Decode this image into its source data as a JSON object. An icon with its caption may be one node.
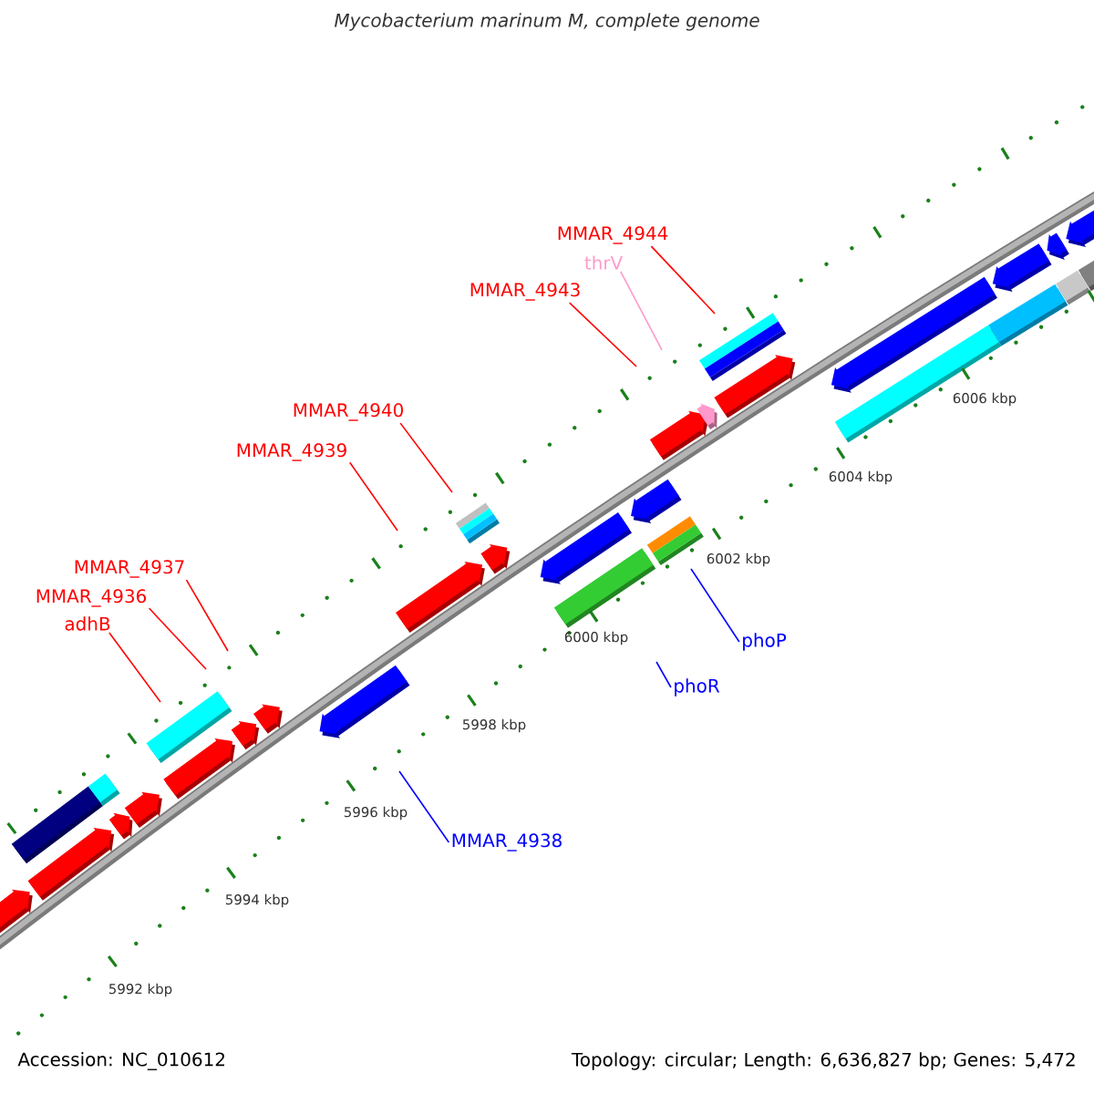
{
  "diagram": {
    "title": "Mycobacterium marinum M, complete genome",
    "nodes": [
      {
        "text": [
          "MMAR_4944"
        ]
      },
      {
        "text": [
          "thrV"
        ]
      },
      {
        "text": [
          "MMAR_4943"
        ]
      },
      {
        "text": [
          "MMAR_4940"
        ]
      },
      {
        "text": [
          "MMAR_4939"
        ]
      },
      {
        "text": [
          "MMAR_4937"
        ]
      },
      {
        "text": [
          "MMAR_4936"
        ]
      },
      {
        "text": [
          "adhB"
        ]
      },
      {
        "text": [
          "phoP"
        ]
      },
      {
        "text": [
          "phoR"
        ]
      },
      {
        "text": [
          "MMAR_4938"
        ]
      }
    ],
    "edges": [
      {
        "from": 0,
        "to": null,
        "arrow": "none",
        "color": "#ff0000"
      },
      {
        "from": 1,
        "to": null,
        "arrow": "none",
        "color": "#ff99cc"
      },
      {
        "from": 2,
        "to": null,
        "arrow": "none",
        "color": "#ff0000"
      },
      {
        "from": 3,
        "to": null,
        "arrow": "none",
        "color": "#ff0000"
      },
      {
        "from": 4,
        "to": null,
        "arrow": "none",
        "color": "#ff0000"
      },
      {
        "from": 5,
        "to": null,
        "arrow": "none",
        "color": "#ff0000"
      },
      {
        "from": 6,
        "to": null,
        "arrow": "none",
        "color": "#ff0000"
      },
      {
        "from": 7,
        "to": null,
        "arrow": "none",
        "color": "#ff0000"
      },
      {
        "from": 8,
        "to": null,
        "arrow": "none",
        "color": "#0000ff"
      },
      {
        "from": 9,
        "to": null,
        "arrow": "none",
        "color": "#0000ff"
      },
      {
        "from": 10,
        "to": null,
        "arrow": "none",
        "color": "#0000ff"
      }
    ],
    "labels": [
      "6006 kbp",
      "6004 kbp",
      "6002 kbp",
      "6000 kbp",
      "5998 kbp",
      "5996 kbp",
      "5994 kbp",
      "5992 kbp",
      "Accession: NC_010612",
      "Topology: circular; Length: 6,636,827 bp; Genes: 5,472"
    ]
  }
}
